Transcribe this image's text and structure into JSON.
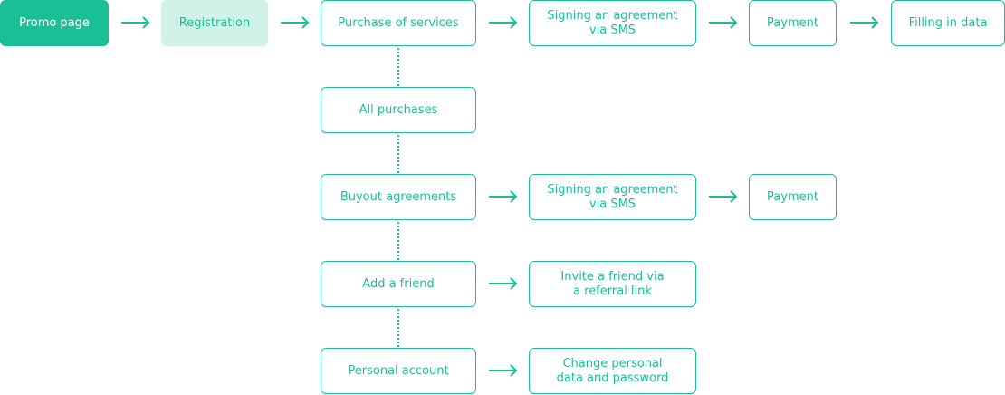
{
  "nodes": {
    "promo_page": "Promo page",
    "registration": "Registration",
    "purchase_of_services": "Purchase of services",
    "signing_agreement_sms_1": "Signing an agreement\nvia SMS",
    "payment_1": "Payment",
    "filling_in_data": "Filling in data",
    "all_purchases": "All purchases",
    "buyout_agreements": "Buyout agreements",
    "signing_agreement_sms_2": "Signing an agreement\nvia SMS",
    "payment_2": "Payment",
    "add_a_friend": "Add a friend",
    "invite_friend_referral": "Invite a friend via\na referral link",
    "personal_account": "Personal account",
    "change_personal_data": "Change personal\ndata and password"
  },
  "colors": {
    "accent": "#1bbf96",
    "accent_soft": "#d1f2e8"
  }
}
